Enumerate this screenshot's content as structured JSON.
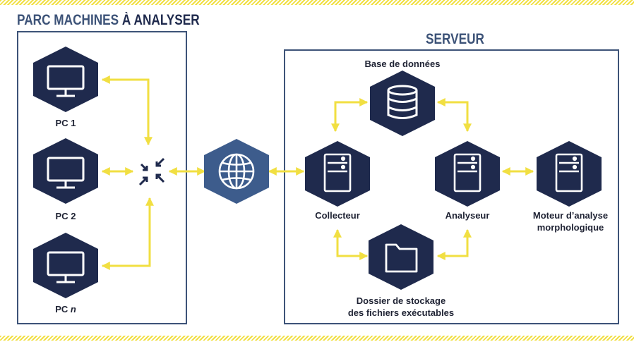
{
  "sections": {
    "left_title_main": "PARC MACHINES ",
    "left_title_accent": "À ANALYSER",
    "right_title": "SERVEUR"
  },
  "nodes": {
    "pc1": "PC 1",
    "pc2": "PC 2",
    "pcn_prefix": "PC ",
    "pcn_var": "n",
    "database": "Base de données",
    "collector": "Collecteur",
    "analyzer": "Analyseur",
    "engine_line1": "Moteur d’analyse",
    "engine_line2": "morphologique",
    "storage_line1": "Dossier de stockage",
    "storage_line2": "des fichiers exécutables"
  },
  "icons": {
    "pc": "monitor-icon",
    "switch": "switch-arrows-icon",
    "internet": "globe-icon",
    "database": "database-icon",
    "server": "server-icon",
    "folder": "folder-icon"
  },
  "colors": {
    "hex_dark": "#1f2a4d",
    "hex_accent": "#3d5c8c",
    "arrow": "#f1df42",
    "frame": "#3d5378"
  }
}
